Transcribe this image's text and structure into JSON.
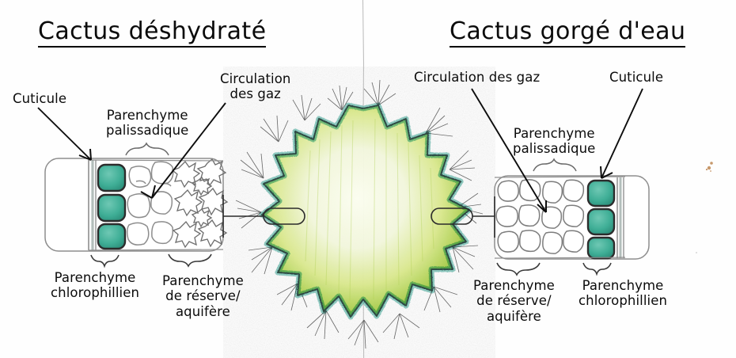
{
  "document": {
    "kind": "hand-drawn-biology-diagram",
    "language": "fr",
    "background_color": "#fefefe"
  },
  "titles": {
    "left": "Cactus déshydraté",
    "right": "Cactus gorgé d'eau"
  },
  "left_panel": {
    "cuticule": "Cuticule",
    "parenchyme_palissadique": "Parenchyme\npalissadique",
    "circulation_des_gaz": "Circulation\ndes gaz",
    "parenchyme_chlorophillien": "Parenchyme\nchlorophillien",
    "parenchyme_reserve": "Parenchyme\nde réserve/\naquifère"
  },
  "right_panel": {
    "circulation_des_gaz": "Circulation des gaz",
    "cuticule": "Cuticule",
    "parenchyme_palissadique": "Parenchyme\npalissadique",
    "parenchyme_reserve": "Parenchyme\nde réserve/\naquifère",
    "parenchyme_chlorophillien": "Parenchyme\nchlorophillien"
  },
  "colors": {
    "ink": "#1a1a1a",
    "pencil": "#6f6f6f",
    "chloroplast_fill": "#3fae96",
    "chloroplast_fill_dark": "#2e9b85",
    "cactus_rim": "#1f9e8e",
    "cactus_body": "#b6d44a",
    "cactus_core": "#f4f7e2",
    "spine": "#5a5a5a",
    "fold_line": "#9a9a9a",
    "speck": "#b5763a"
  },
  "cactus": {
    "spike_count": 19,
    "has_center_fold_line": true,
    "spine_clusters": 14
  },
  "cells": {
    "left_chloroplast_count": 3,
    "right_chloroplast_count": 3,
    "left_parenchyma_cell_count": 10,
    "right_parenchyma_cell_count": 14
  }
}
